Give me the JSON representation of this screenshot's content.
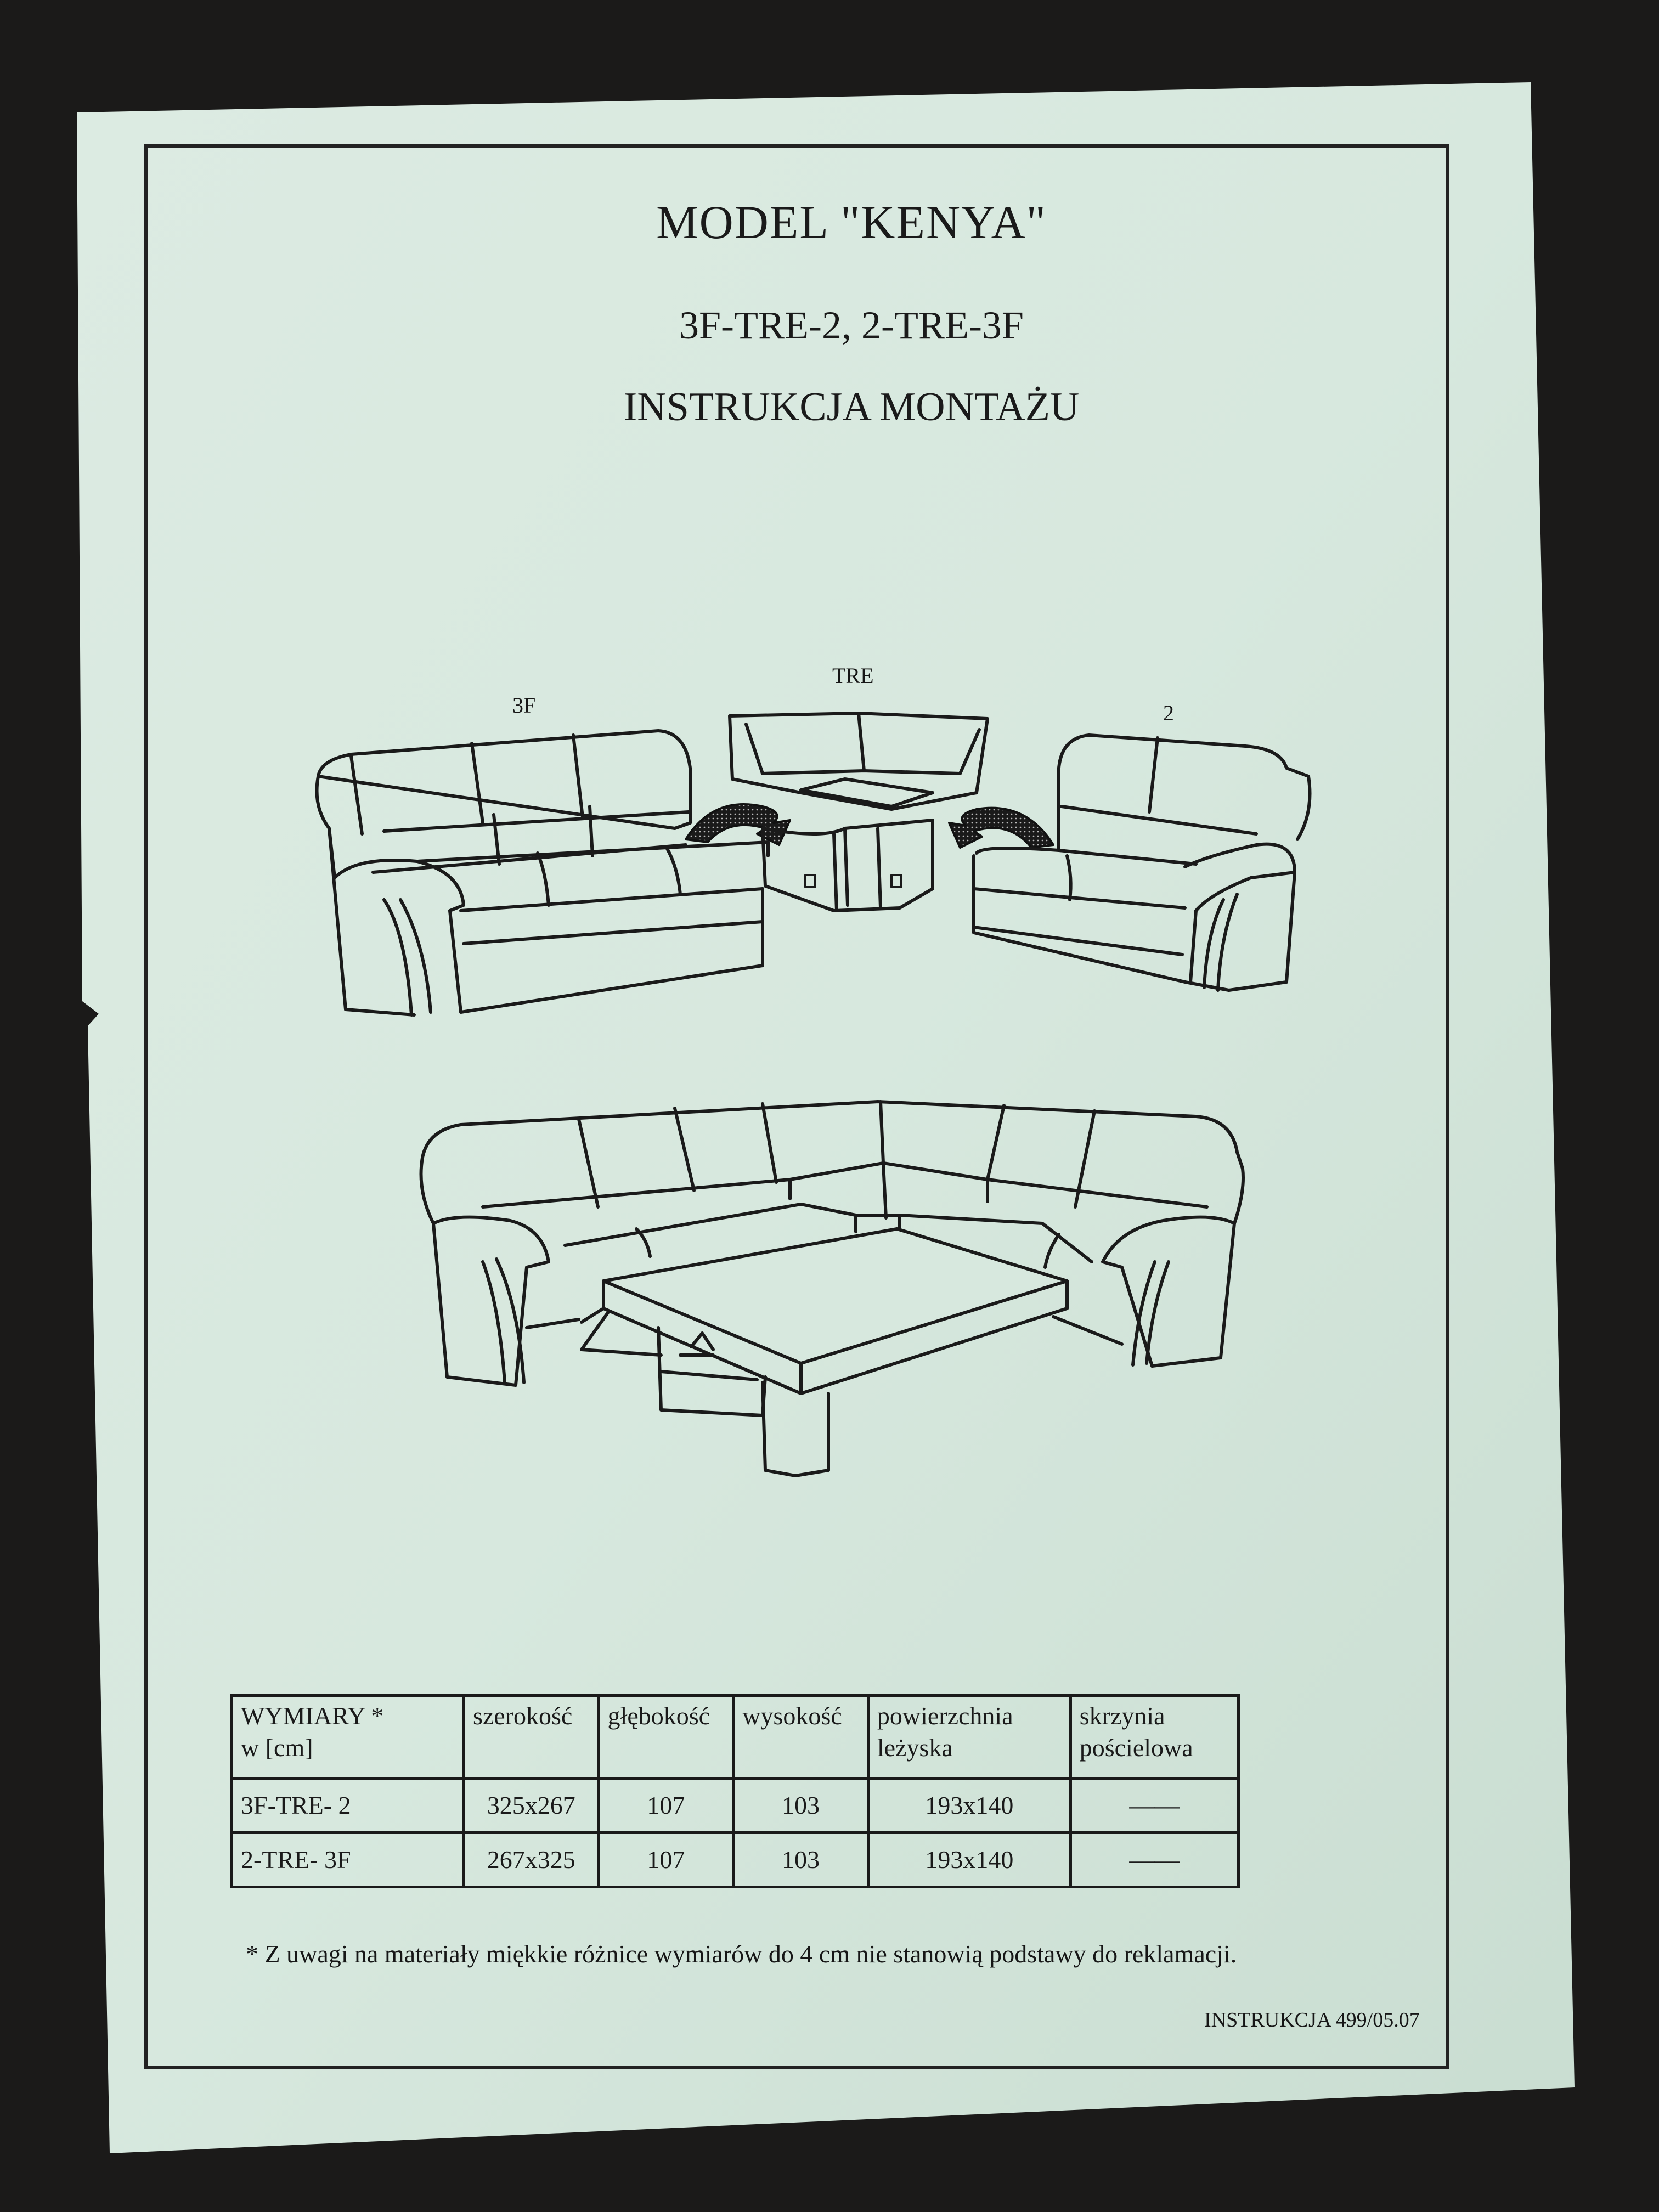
{
  "document": {
    "title": "MODEL \"KENYA\"",
    "models_line": "3F-TRE-2, 2-TRE-3F",
    "heading": "INSTRUKCJA MONTAŻU"
  },
  "diagram": {
    "labels": {
      "left": "3F",
      "center": "TRE",
      "right": "2"
    }
  },
  "table": {
    "headers": [
      "WYMIARY *\nw  [cm]",
      "szerokość",
      "głębokość",
      "wysokość",
      "powierzchnia\nleżyska",
      "skrzynia\npościelowa"
    ],
    "rows": [
      [
        "3F-TRE- 2",
        "325x267",
        "107",
        "103",
        "193x140",
        "——"
      ],
      [
        "2-TRE- 3F",
        "267x325",
        "107",
        "103",
        "193x140",
        "——"
      ]
    ]
  },
  "footnote": "* Z uwagi na materiały miękkie  różnice wymiarów do 4 cm nie stanowią podstawy do reklamacji.",
  "doc_ref": "INSTRUKCJA 499/05.07",
  "colors": {
    "paper": "#d6e7dd",
    "background": "#1b1a19",
    "ink": "#1a1a1a"
  }
}
